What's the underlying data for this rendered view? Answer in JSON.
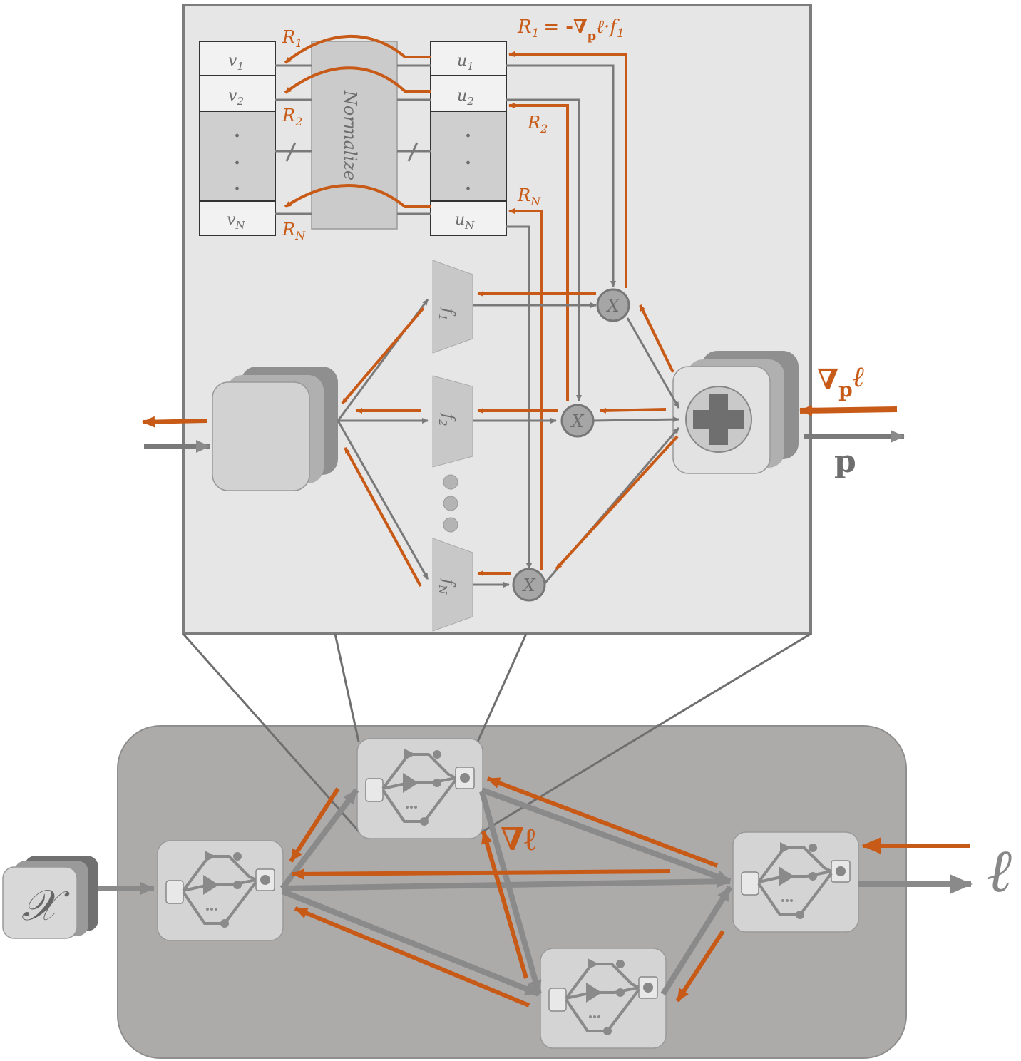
{
  "colors": {
    "orange": "#c85a17",
    "gray_line": "#7a7a7a",
    "panel_bg": "#e6e6e6",
    "outer_bg": "#adaaaa"
  },
  "zoom_panel": {
    "v_labels": [
      "v",
      "v",
      "v"
    ],
    "v_subs": [
      "1",
      "2",
      "N"
    ],
    "u_labels": [
      "u",
      "u",
      "u"
    ],
    "u_subs": [
      "1",
      "2",
      "N"
    ],
    "normalize_label": "Normalize",
    "ellipsis_dots": ".",
    "r_labels": {
      "r": "R",
      "sub1": "1",
      "sub2": "2",
      "subN": "N"
    },
    "r1_formula": {
      "lhs": "R",
      "lhs_sub": "1",
      "eq": "= -∇",
      "p": "p",
      "rest": "ℓ·f",
      "f_sub": "1"
    },
    "f_labels": [
      "f",
      "f",
      "f"
    ],
    "f_subs": [
      "1",
      "2",
      "N"
    ],
    "mult_symbol": "X",
    "grad_p": {
      "nabla": "∇",
      "p": "p",
      "ell": "ℓ"
    },
    "p_label": "p"
  },
  "outer_panel": {
    "x_label": "𝒳",
    "grad_l": "∇ℓ",
    "loss_label": "ℓ"
  }
}
